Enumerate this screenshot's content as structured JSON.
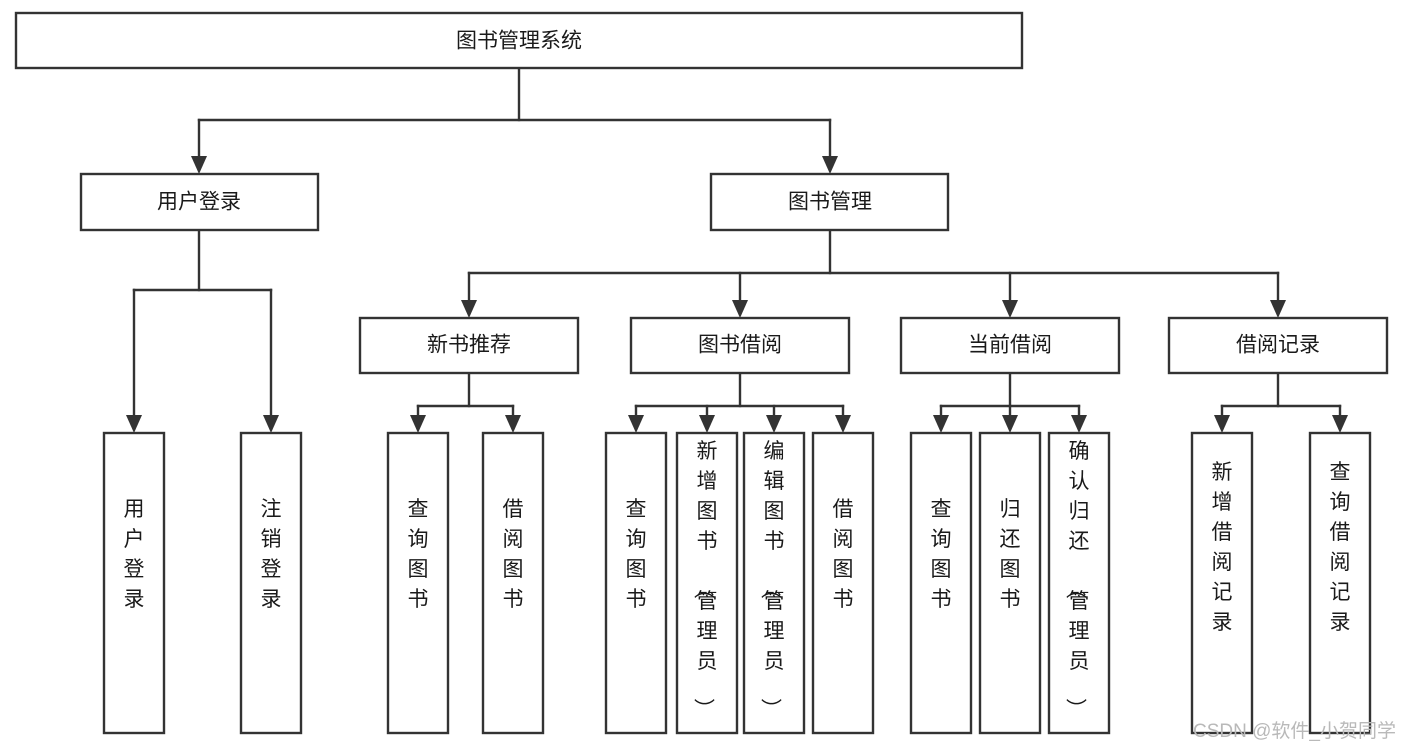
{
  "diagram": {
    "title": "图书管理系统",
    "type": "tree-hierarchy-chart",
    "root": {
      "id": "root",
      "label": "图书管理系统"
    },
    "level2": [
      {
        "id": "user-login",
        "label": "用户登录"
      },
      {
        "id": "book-manage",
        "label": "图书管理"
      }
    ],
    "level3": [
      {
        "id": "new-book-recommend",
        "label": "新书推荐",
        "parent": "book-manage"
      },
      {
        "id": "book-borrow",
        "label": "图书借阅",
        "parent": "book-manage"
      },
      {
        "id": "current-borrow",
        "label": "当前借阅",
        "parent": "book-manage"
      },
      {
        "id": "borrow-record",
        "label": "借阅记录",
        "parent": "book-manage"
      }
    ],
    "leaves": {
      "user-login": [
        {
          "id": "leaf-user-login",
          "label": "用户登录"
        },
        {
          "id": "leaf-user-logout",
          "label": "注销登录"
        }
      ],
      "new-book-recommend": [
        {
          "id": "leaf-query-book-1",
          "label": "查询图书"
        },
        {
          "id": "leaf-borrow-book-1",
          "label": "借阅图书"
        }
      ],
      "book-borrow": [
        {
          "id": "leaf-query-book-2",
          "label": "查询图书"
        },
        {
          "id": "leaf-add-book",
          "label": "新增图书（管理员）"
        },
        {
          "id": "leaf-edit-book",
          "label": "编辑图书（管理员）"
        },
        {
          "id": "leaf-borrow-book-2",
          "label": "借阅图书"
        }
      ],
      "current-borrow": [
        {
          "id": "leaf-query-book-3",
          "label": "查询图书"
        },
        {
          "id": "leaf-return-book",
          "label": "归还图书"
        },
        {
          "id": "leaf-confirm-return",
          "label": "确认归还（管理员）"
        }
      ],
      "borrow-record": [
        {
          "id": "leaf-add-borrow-record",
          "label": "新增借阅记录"
        },
        {
          "id": "leaf-query-borrow-record",
          "label": "查询借阅记录"
        }
      ]
    },
    "colors": {
      "box_fill": "#ffffff",
      "box_stroke": "#333333",
      "text": "#1a1a1a",
      "connector": "#333333",
      "watermark": "#b9b9b9",
      "background": "#ffffff"
    }
  },
  "watermark": {
    "text": "CSDN @软件_小贺同学"
  }
}
